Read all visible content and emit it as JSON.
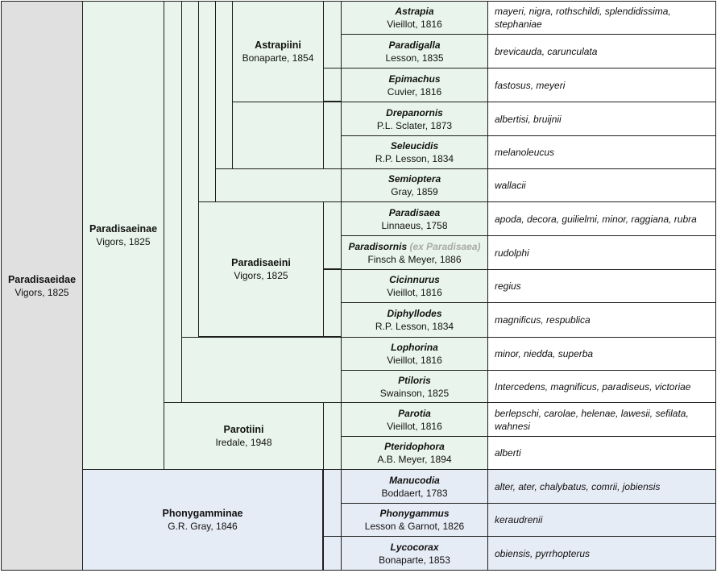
{
  "family": {
    "name": "Paradisaeidae",
    "author": "Vigors, 1825"
  },
  "subfamilies": [
    {
      "name": "Paradisaeinae",
      "author": "Vigors, 1825"
    },
    {
      "name": "Phonygamminae",
      "author": "G.R. Gray, 1846"
    }
  ],
  "tribes": [
    {
      "name": "Astrapiini",
      "author": "Bonaparte, 1854"
    },
    {
      "name": "Paradisaeini",
      "author": "Vigors, 1825"
    },
    {
      "name": "Parotiini",
      "author": "Iredale, 1948"
    }
  ],
  "genera": [
    {
      "name": "Astrapia",
      "author": "Vieillot, 1816",
      "species": "mayeri, nigra, rothschildi, splendidissima, stephaniae"
    },
    {
      "name": "Paradigalla",
      "author": "Lesson, 1835",
      "species": "brevicauda, carunculata"
    },
    {
      "name": "Epimachus",
      "author": "Cuvier, 1816",
      "species": "fastosus, meyeri"
    },
    {
      "name": "Drepanornis",
      "author": "P.L. Sclater, 1873",
      "species": "albertisi, bruijnii"
    },
    {
      "name": "Seleucidis",
      "author": "R.P. Lesson, 1834",
      "species": "melanoleucus"
    },
    {
      "name": "Semioptera",
      "author": "Gray, 1859",
      "species": "wallacii"
    },
    {
      "name": "Paradisaea",
      "author": "Linnaeus, 1758",
      "species": "apoda, decora, guilielmi, minor, raggiana, rubra"
    },
    {
      "name": "Paradisornis",
      "note": "(ex Paradisaea)",
      "author": "Finsch & Meyer, 1886",
      "species": "rudolphi"
    },
    {
      "name": "Cicinnurus",
      "author": "Vieillot, 1816",
      "species": "regius"
    },
    {
      "name": "Diphyllodes",
      "author": "R.P. Lesson, 1834",
      "species": "magnificus, respublica"
    },
    {
      "name": "Lophorina",
      "author": "Vieillot, 1816",
      "species": "minor, niedda, superba"
    },
    {
      "name": "Ptiloris",
      "author": "Swainson, 1825",
      "species": "Intercedens, magnificus, paradiseus, victoriae"
    },
    {
      "name": "Parotia",
      "author": "Vieillot, 1816",
      "species": "berlepschi, carolae, helenae, lawesii, sefilata, wahnesi"
    },
    {
      "name": "Pteridophora",
      "author": "A.B. Meyer, 1894",
      "species": "alberti"
    },
    {
      "name": "Manucodia",
      "author": "Boddaert, 1783",
      "species": "alter, ater, chalybatus, comrii, jobiensis"
    },
    {
      "name": "Phonygammus",
      "author": "Lesson & Garnot, 1826",
      "species": "keraudrenii"
    },
    {
      "name": "Lycocorax",
      "author": "Bonaparte, 1853",
      "species": "obiensis, pyrrhopterus"
    }
  ]
}
